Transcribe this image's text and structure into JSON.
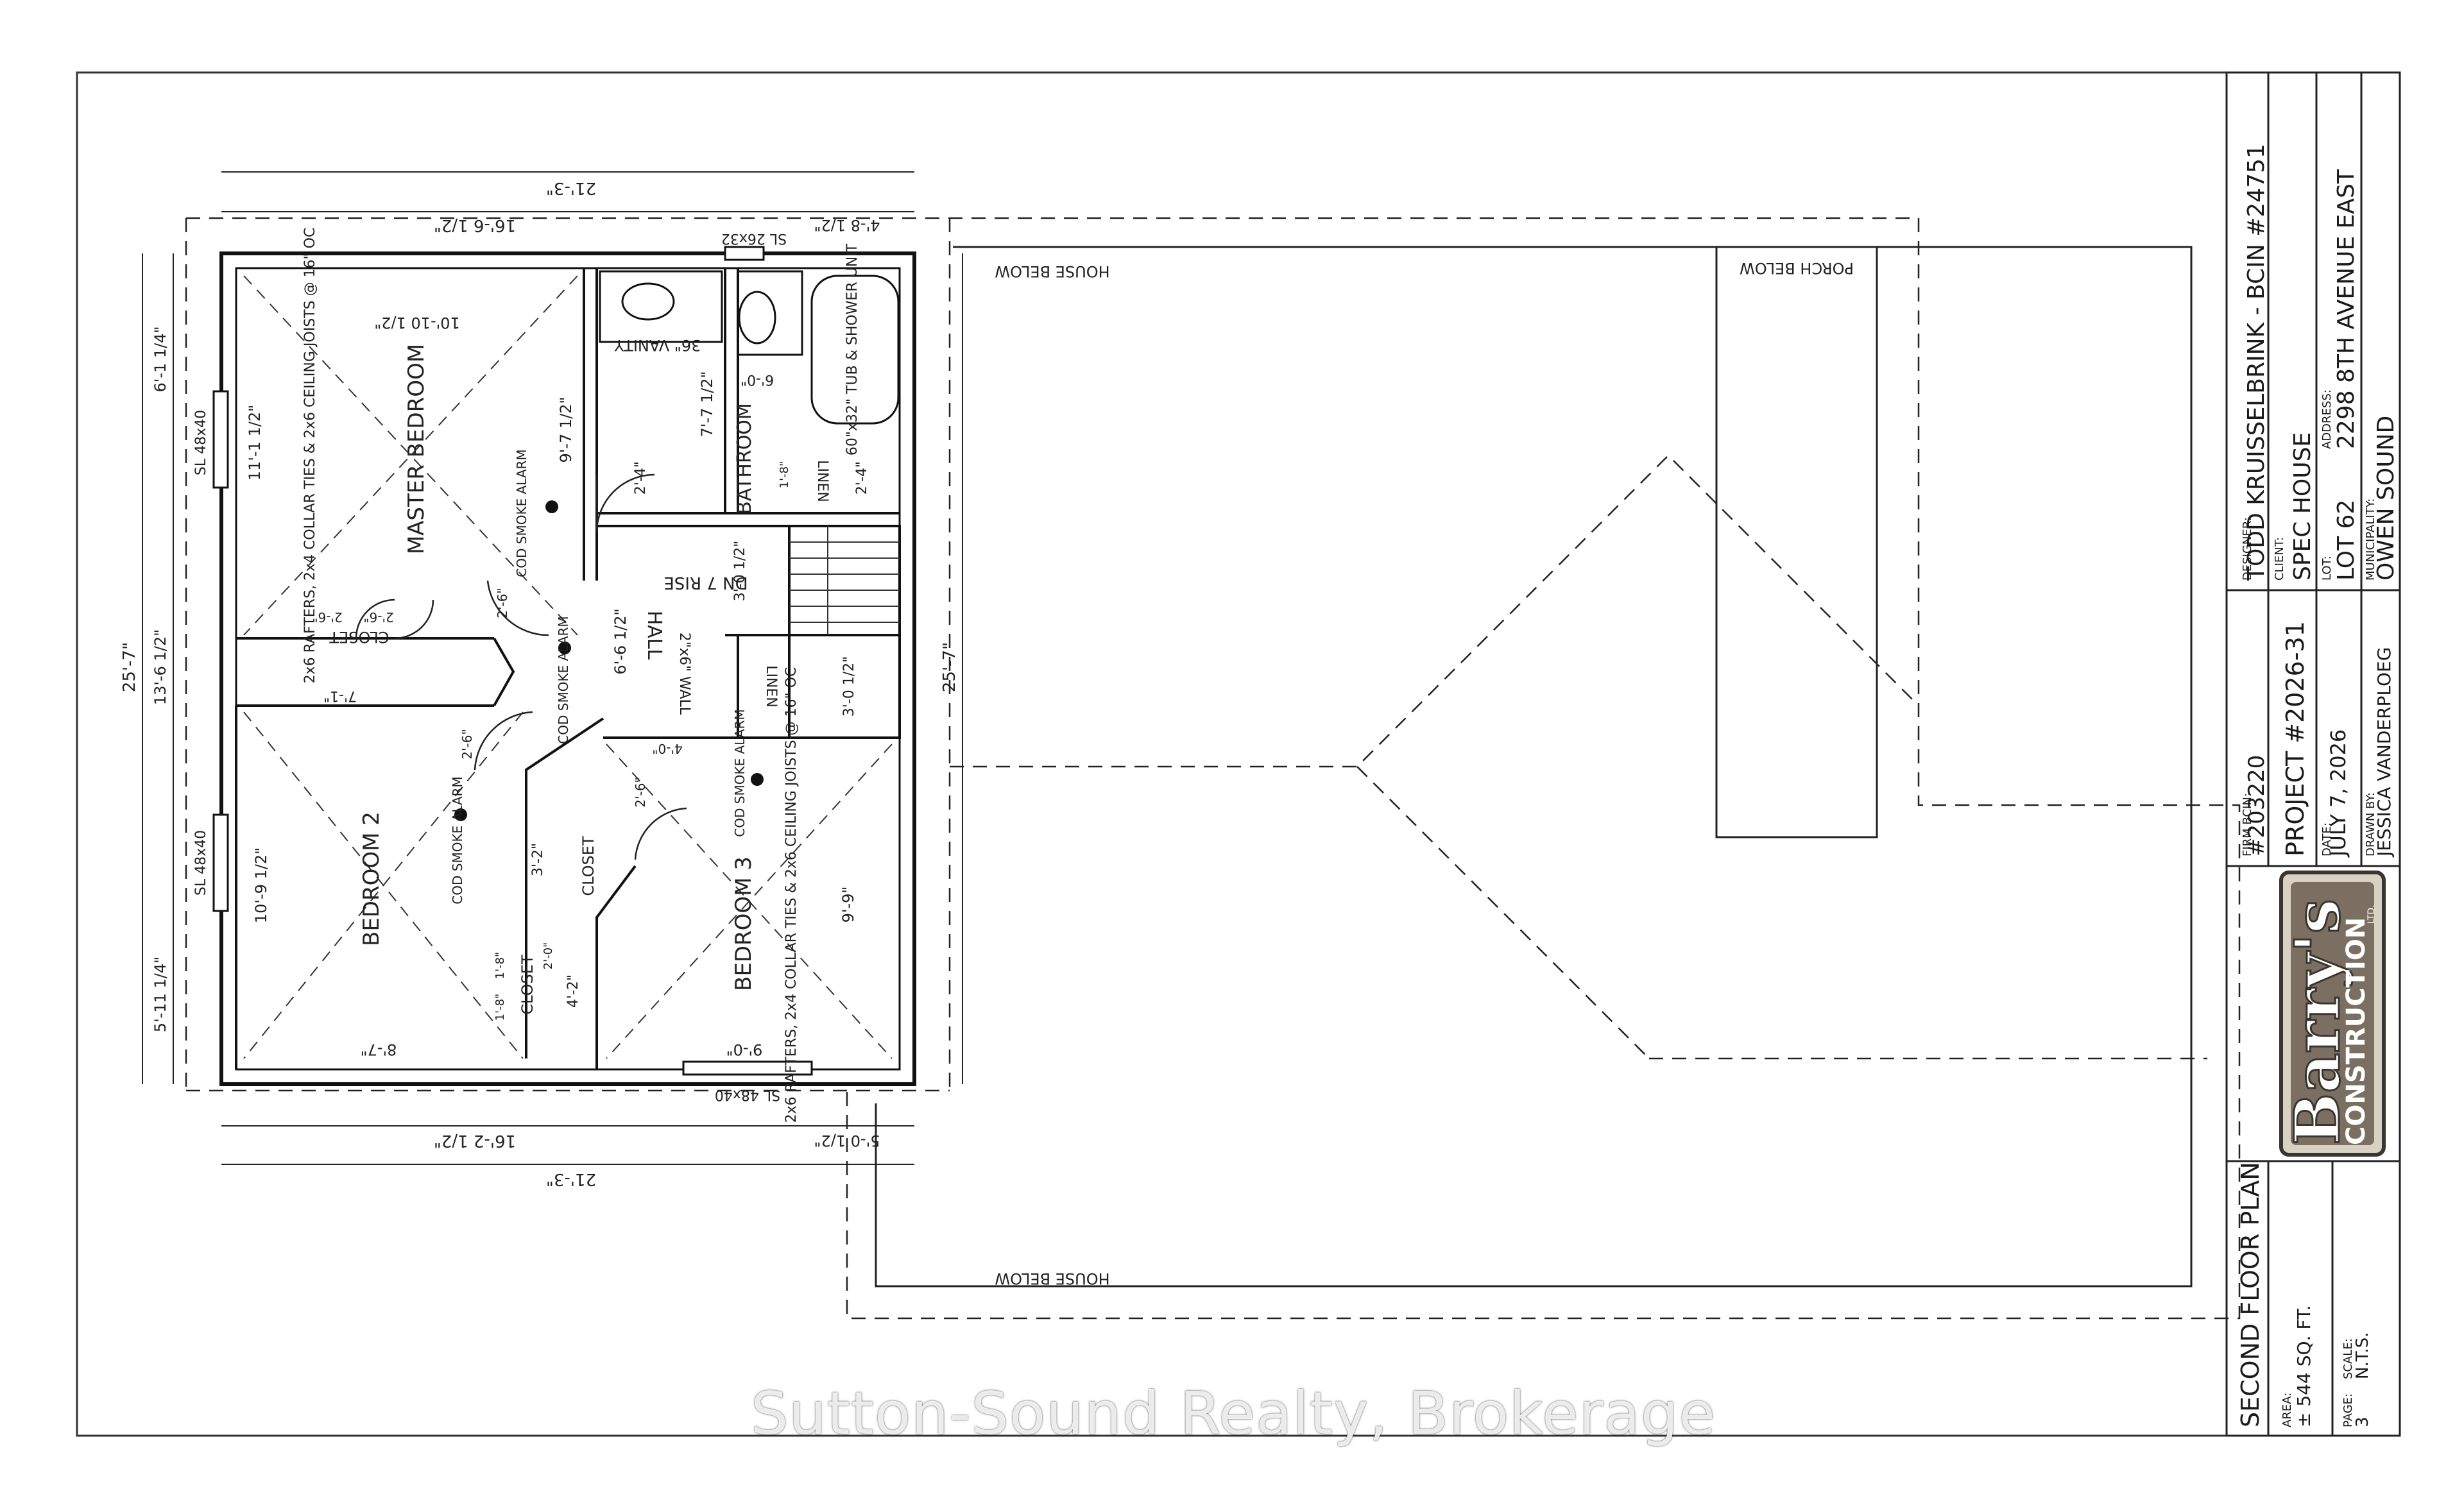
{
  "title_block": {
    "firm_bcin_label": "FIRM BCIN:",
    "firm_bcin": "#203220",
    "designer_label": "DESIGNER:",
    "designer": "TODD KRUISSELBRINK - BCIN #24751",
    "project": "PROJECT #2026-31",
    "client_label": "CLIENT:",
    "client": "SPEC HOUSE",
    "address_label": "ADDRESS:",
    "address": "2298 8TH AVENUE EAST",
    "date_label": "DATE:",
    "date": "JULY 7, 2026",
    "lot_label": "LOT:",
    "lot": "LOT 62",
    "drawn_by_label": "DRAWN BY:",
    "drawn_by": "JESSICA VANDERPLOEG",
    "municipality_label": "MUNICIPALITY:",
    "municipality": "OWEN SOUND",
    "sheet_title": "SECOND FLOOR PLAN",
    "area_label": "AREA:",
    "area": "± 544 SQ. FT.",
    "page_label": "PAGE:",
    "page": "3",
    "scale_label": "SCALE:",
    "scale": "N.T.S."
  },
  "logo": {
    "name_text": "Barry's",
    "sub_text": "CONSTRUCTION",
    "ltd_text": "LTD.",
    "colors": {
      "dark": "#3a3530",
      "mid": "#7a6f60",
      "light": "#d9d2c4"
    }
  },
  "plan": {
    "rooms": {
      "master_bedroom": "MASTER BEDROOM",
      "bathroom": "BATHROOM",
      "hall": "HALL",
      "bedroom_2": "BEDROOM 2",
      "bedroom_3": "BEDROOM 3"
    },
    "labels": {
      "closet_master": "CLOSET",
      "closet_bed2": "CLOSET",
      "closet_bed3": "CLOSET",
      "linen_bath": "LINEN",
      "linen_hall": "LINEN",
      "vanity": "36\" VANITY",
      "tub": "60\"x32\" TUB & SHOWER UNIT",
      "stair": "DN 7 RISE",
      "wall_note": "2\"x6\" WALL",
      "alarm_1": "COD SMOKE ALARM",
      "alarm_2": "COD SMOKE ALARM",
      "alarm_3": "COD SMOKE ALARM",
      "alarm_4": "COD SMOKE ALARM",
      "rafters_master": "2x6 RAFTERS, 2x4 COLLAR TIES & 2x6 CEILING JOISTS @ 16\" OC",
      "rafters_bed3": "2x6 RAFTERS, 2x4 COLLAR TIES & 2x6 CEILING JOISTS @ 16\" OC",
      "house_below_top": "HOUSE BELOW",
      "house_below_bottom": "HOUSE BELOW",
      "porch_below": "PORCH BELOW",
      "window_top": "SL 26x32",
      "window_left_1": "SL 48x40",
      "window_left_2": "SL 48x40",
      "window_bottom": "SL 48x40"
    },
    "dimensions": {
      "top_overall": "21'-3\"",
      "top_left": "16'-6 1/2\"",
      "top_right": "4'-8 1/2\"",
      "bottom_overall": "21'-3\"",
      "bottom_left": "16'-2 1/2\"",
      "bottom_right": "5'-0 1/2\"",
      "left_overall": "25'-7\"",
      "left_top": "6'-1 1/4\"",
      "left_mid": "13'-6 1/2\"",
      "left_bottom": "5'-11 1/4\"",
      "right_overall": "25'-7\"",
      "master_width": "10'-10 1/2\"",
      "master_depth": "11'-1 1/2\"",
      "master_closet_depth": "9'-7 1/2\"",
      "bath_width": "7'-7 1/2\"",
      "bath_tub": "6'-0\"",
      "hall_width": "6'-6 1/2\"",
      "stair_1": "3'-0 1/2\"",
      "stair_2": "3'-0 1/2\"",
      "linen_width": "2'-4\"",
      "master_door": "2'-4\"",
      "closet_master_w": "7'-1\"",
      "closet_door_1": "2'-6\"",
      "closet_door_2": "2'-6\"",
      "bed2_width": "10'-9 1/2\"",
      "bed2_depth": "8'-7\"",
      "bed2_door": "2'-6\"",
      "bed3_width": "9'-9\"",
      "bed3_depth": "9'-0\"",
      "bed3_door": "2'-6\"",
      "bed3_closet": "3'-2\"",
      "bed2_closet": "4'-2\"",
      "hall_door": "2'-6\"",
      "hall_4": "4'-0\"",
      "closet_small_1": "1'-8\"",
      "closet_small_2": "1'-8\"",
      "closet_small_3": "2'-0\"",
      "bath_linen": "1'-8\""
    }
  },
  "watermark": "Sutton-Sound Realty, Brokerage"
}
